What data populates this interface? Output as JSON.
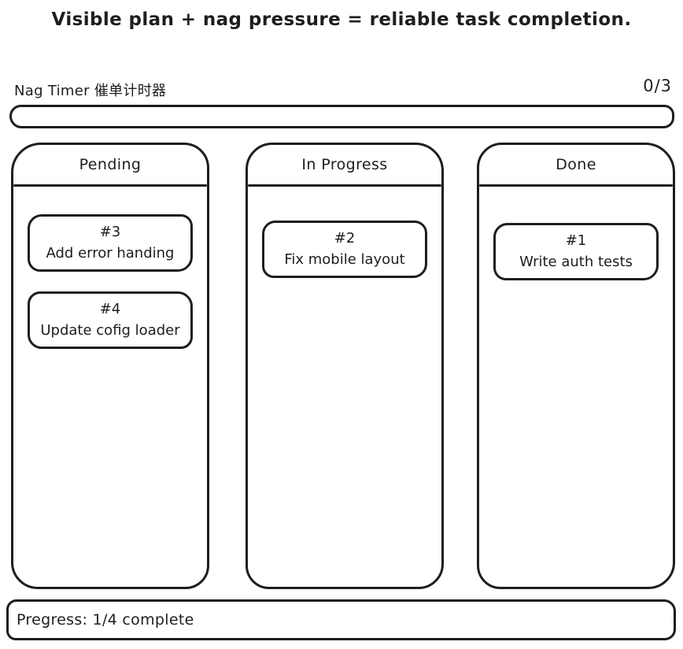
{
  "page_title": "Visible plan + nag pressure = reliable task completion.",
  "nag_timer": {
    "label": "Nag Timer 催单计时器",
    "counter": "0/3"
  },
  "board": {
    "columns": [
      {
        "title": "Pending",
        "cards": [
          {
            "id": "#3",
            "title": "Add error handing"
          },
          {
            "id": "#4",
            "title": "Update cofig loader"
          }
        ]
      },
      {
        "title": "In Progress",
        "cards": [
          {
            "id": "#2",
            "title": "Fix mobile layout"
          }
        ]
      },
      {
        "title": "Done",
        "cards": [
          {
            "id": "#1",
            "title": "Write auth tests"
          }
        ]
      }
    ]
  },
  "progress": {
    "label": "Pregress: 1/4 complete"
  },
  "colors": {
    "stroke": "#1e1e1e",
    "background": "#ffffff"
  }
}
